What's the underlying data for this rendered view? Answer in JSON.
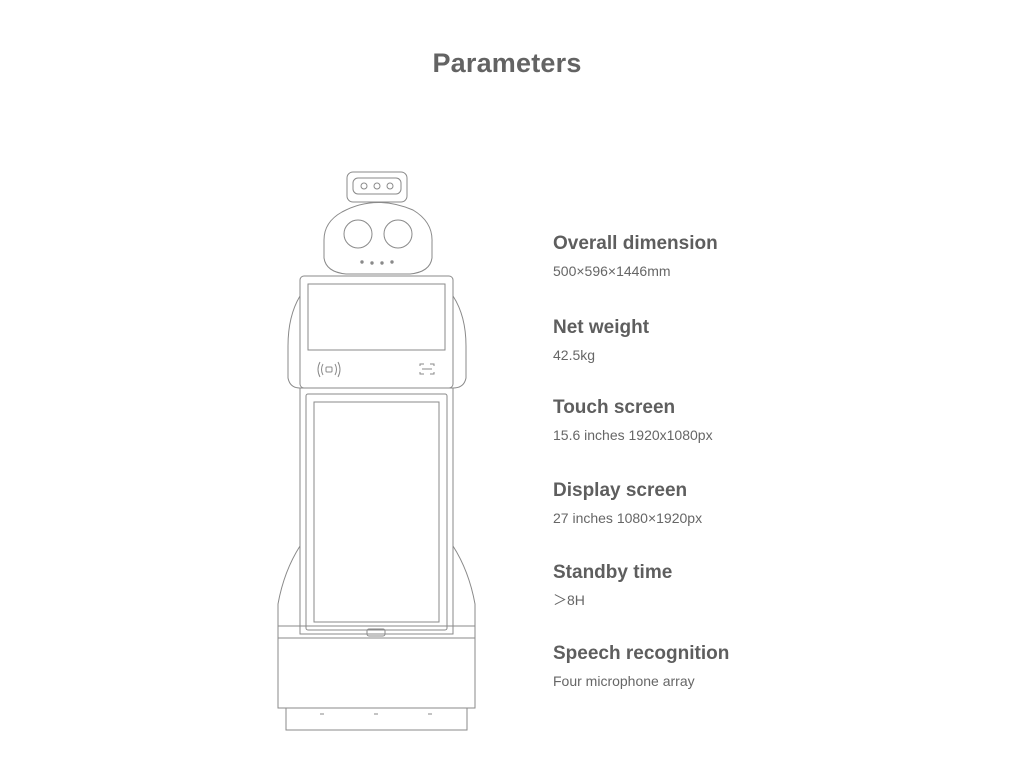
{
  "page": {
    "title": "Parameters"
  },
  "specs": [
    {
      "label": "Overall dimension",
      "value": "500×596×1446mm"
    },
    {
      "label": "Net weight",
      "value": "42.5kg"
    },
    {
      "label": "Touch screen",
      "value": "15.6 inches 1920x1080px"
    },
    {
      "label": "Display screen",
      "value": "27 inches 1080×1920px"
    },
    {
      "label": "Standby time",
      "value": "＞8H"
    },
    {
      "label": "Speech recognition",
      "value": "Four microphone array"
    }
  ],
  "colors": {
    "text": "#5e5e5e",
    "line_art": "#8a8a8a",
    "background": "#ffffff"
  },
  "icons": [
    "nfc-icon",
    "scanner-icon"
  ]
}
